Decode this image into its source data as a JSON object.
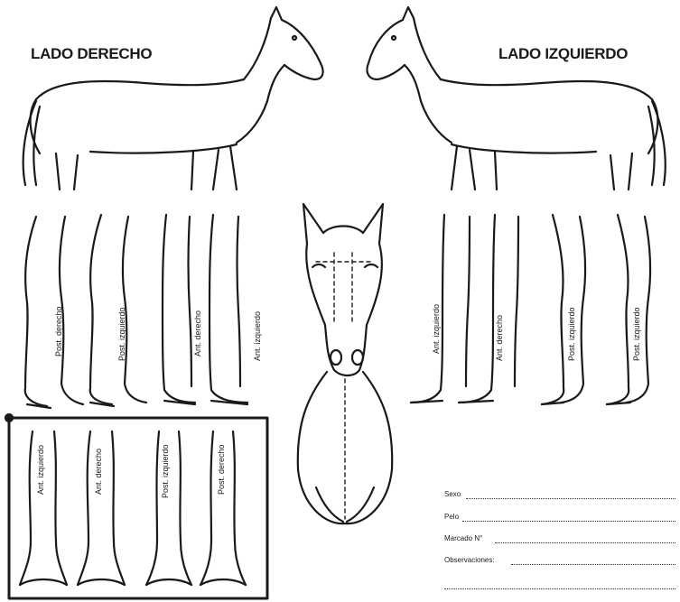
{
  "header": {
    "left_label": "LADO DERECHO",
    "right_label": "LADO IZQUIERDO"
  },
  "leg_labels_left": [
    "Post. derecho",
    "Post. izquierdo",
    "Ant. derecho",
    "Ant. izquierdo"
  ],
  "leg_labels_right": [
    "Ant. izquierdo",
    "Ant. derecho",
    "Post. izquierdo",
    "Post. izquierdo"
  ],
  "box_labels": [
    "Ant. izquierdo",
    "Ant. derecho",
    "Post. izquierdo",
    "Post. derecho"
  ],
  "form": {
    "sexo": "Sexo",
    "pelo": "Pelo",
    "marcado": "Marcado N°",
    "observaciones": "Observaciones:"
  },
  "colors": {
    "ink": "#1a1a1a",
    "paper": "#ffffff"
  }
}
